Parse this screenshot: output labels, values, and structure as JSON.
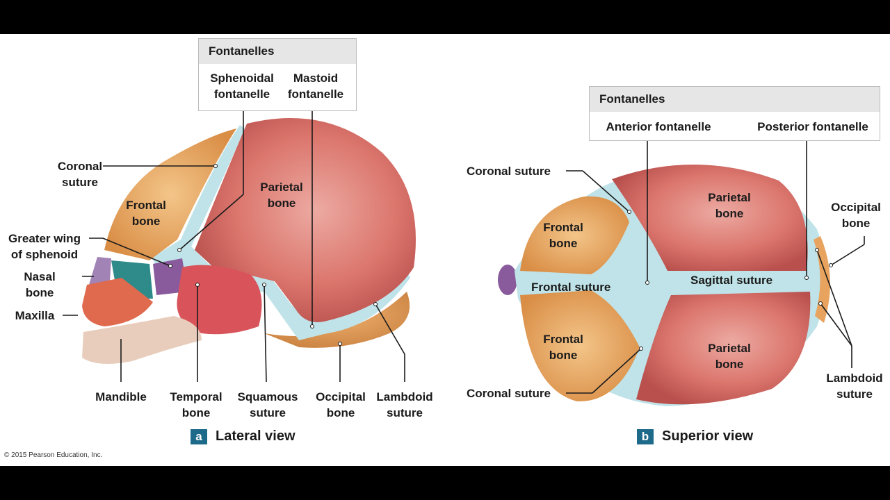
{
  "copyright": "© 2015 Pearson Education, Inc.",
  "lateral": {
    "fontanelles_box": {
      "title": "Fontanelles",
      "col1": "Sphenoidal\nfontanelle",
      "col2": "Mastoid\nfontanelle"
    },
    "labels": {
      "coronal_suture": "Coronal\nsuture",
      "frontal_bone": "Frontal\nbone",
      "parietal_bone": "Parietal\nbone",
      "greater_wing": "Greater wing\nof sphenoid",
      "nasal_bone": "Nasal\nbone",
      "maxilla": "Maxilla",
      "mandible": "Mandible",
      "temporal_bone": "Temporal\nbone",
      "squamous_suture": "Squamous\nsuture",
      "occipital_bone": "Occipital\nbone",
      "lambdoid_suture": "Lambdoid\nsuture"
    },
    "caption": {
      "letter": "a",
      "text": "Lateral view"
    }
  },
  "superior": {
    "fontanelles_box": {
      "title": "Fontanelles",
      "col1": "Anterior fontanelle",
      "col2": "Posterior fontanelle"
    },
    "labels": {
      "coronal_suture_top": "Coronal suture",
      "coronal_suture_bottom": "Coronal suture",
      "frontal_bone_top": "Frontal\nbone",
      "frontal_bone_bottom": "Frontal\nbone",
      "frontal_suture": "Frontal suture",
      "parietal_bone_top": "Parietal\nbone",
      "parietal_bone_bottom": "Parietal\nbone",
      "sagittal_suture": "Sagittal suture",
      "occipital_bone": "Occipital\nbone",
      "lambdoid_suture": "Lambdoid\nsuture"
    },
    "caption": {
      "letter": "b",
      "text": "Superior view"
    }
  },
  "colors": {
    "parietal": "#d9706a",
    "frontal": "#e8a35e",
    "suture": "#bfe3e8",
    "temporal": "#d8545a",
    "sphenoid": "#8a5b9c",
    "maxilla": "#e06a4e",
    "mandible": "#e8cdbd",
    "caption_badge": "#1e6a8a"
  }
}
